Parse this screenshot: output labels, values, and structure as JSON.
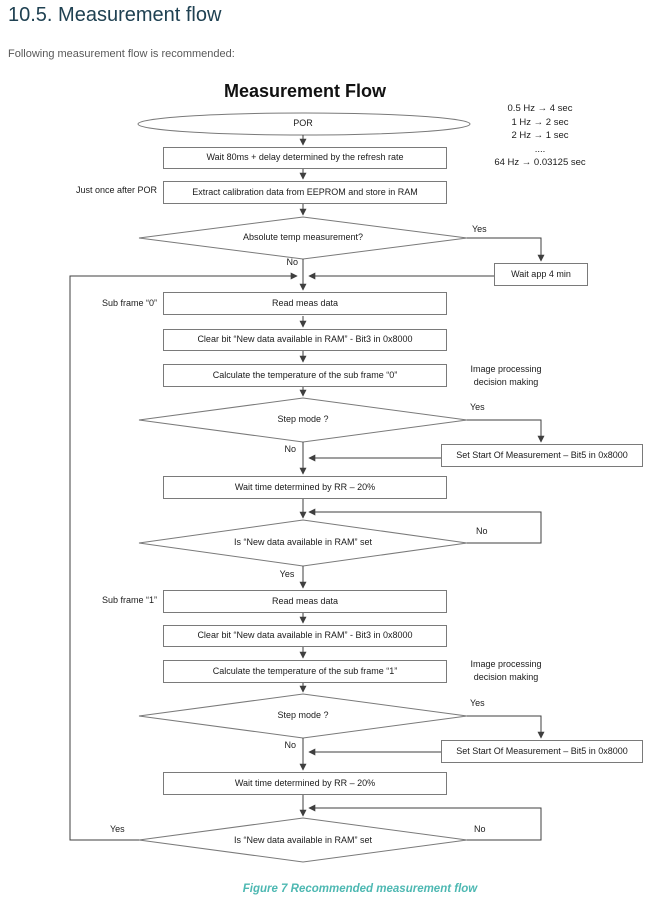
{
  "page": {
    "heading": "10.5. Measurement flow",
    "intro": "Following measurement flow is recommended:",
    "caption": "Figure 7 Recommended measurement flow"
  },
  "colors": {
    "heading_text": "#1f4152",
    "caption_text": "#4db8b2",
    "connector_line": "#3f3f3f",
    "shape_border": "#7a7a7a",
    "body_text": "#1b1b1b",
    "intro_text": "#595959"
  },
  "flowchart": {
    "title": "Measurement Flow",
    "refresh_rates": [
      "0.5 Hz →  4 sec",
      "1 Hz →  2 sec",
      "2 Hz →  1 sec",
      "....",
      "64 Hz → 0.03125 sec"
    ],
    "labels": {
      "yes": "Yes",
      "no": "No",
      "just_once": "Just once after POR",
      "subframe0": "Sub frame “0”",
      "subframe1": "Sub frame “1”",
      "image_processing_1": "Image processing",
      "image_processing_2": "decision making"
    },
    "nodes": {
      "por": "POR",
      "wait_80ms": "Wait 80ms + delay determined by the refresh rate",
      "extract_cal": "Extract calibration data from EEPROM and store in RAM",
      "abs_temp": "Absolute temp measurement?",
      "wait_4min": "Wait app 4 min",
      "read_meas_0": "Read meas data",
      "clear_bit_0": "Clear bit “New data available in RAM” - Bit3 in 0x8000",
      "calc_temp_0": "Calculate the temperature of the sub frame “0”",
      "step_mode_0": "Step mode ?",
      "set_start_0": "Set Start Of Measurement – Bit5 in 0x8000",
      "wait_rr_0": "Wait time determined by RR – 20%",
      "new_data_0": "Is “New data available in RAM” set",
      "read_meas_1": "Read meas data",
      "clear_bit_1": "Clear bit “New data available in RAM” - Bit3 in 0x8000",
      "calc_temp_1": "Calculate the temperature of the sub frame “1”",
      "step_mode_1": "Step mode ?",
      "set_start_1": "Set Start Of Measurement – Bit5 in 0x8000",
      "wait_rr_1": "Wait time determined by RR – 20%",
      "new_data_1": "Is “New data available in RAM” set"
    }
  }
}
